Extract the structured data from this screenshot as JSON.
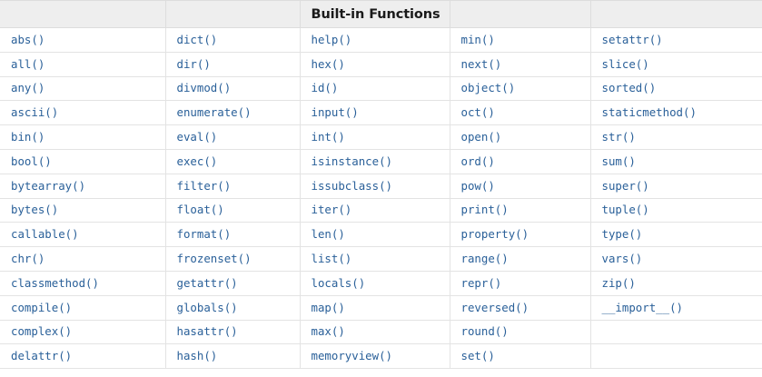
{
  "table": {
    "header": {
      "columns": [
        "",
        "",
        "Built-in Functions",
        "",
        ""
      ],
      "title_column_index": 2,
      "title": "Built-in Functions",
      "background_color": "#eeeeee",
      "text_color": "#1a1a1a"
    },
    "link_color": "#2a6099",
    "border_color": "#e3e3e3",
    "column_count": 5,
    "row_count": 14,
    "rows": [
      [
        "abs()",
        "dict()",
        "help()",
        "min()",
        "setattr()"
      ],
      [
        "all()",
        "dir()",
        "hex()",
        "next()",
        "slice()"
      ],
      [
        "any()",
        "divmod()",
        "id()",
        "object()",
        "sorted()"
      ],
      [
        "ascii()",
        "enumerate()",
        "input()",
        "oct()",
        "staticmethod()"
      ],
      [
        "bin()",
        "eval()",
        "int()",
        "open()",
        "str()"
      ],
      [
        "bool()",
        "exec()",
        "isinstance()",
        "ord()",
        "sum()"
      ],
      [
        "bytearray()",
        "filter()",
        "issubclass()",
        "pow()",
        "super()"
      ],
      [
        "bytes()",
        "float()",
        "iter()",
        "print()",
        "tuple()"
      ],
      [
        "callable()",
        "format()",
        "len()",
        "property()",
        "type()"
      ],
      [
        "chr()",
        "frozenset()",
        "list()",
        "range()",
        "vars()"
      ],
      [
        "classmethod()",
        "getattr()",
        "locals()",
        "repr()",
        "zip()"
      ],
      [
        "compile()",
        "globals()",
        "map()",
        "reversed()",
        "__import__()"
      ],
      [
        "complex()",
        "hasattr()",
        "max()",
        "round()",
        ""
      ],
      [
        "delattr()",
        "hash()",
        "memoryview()",
        "set()",
        ""
      ]
    ]
  }
}
